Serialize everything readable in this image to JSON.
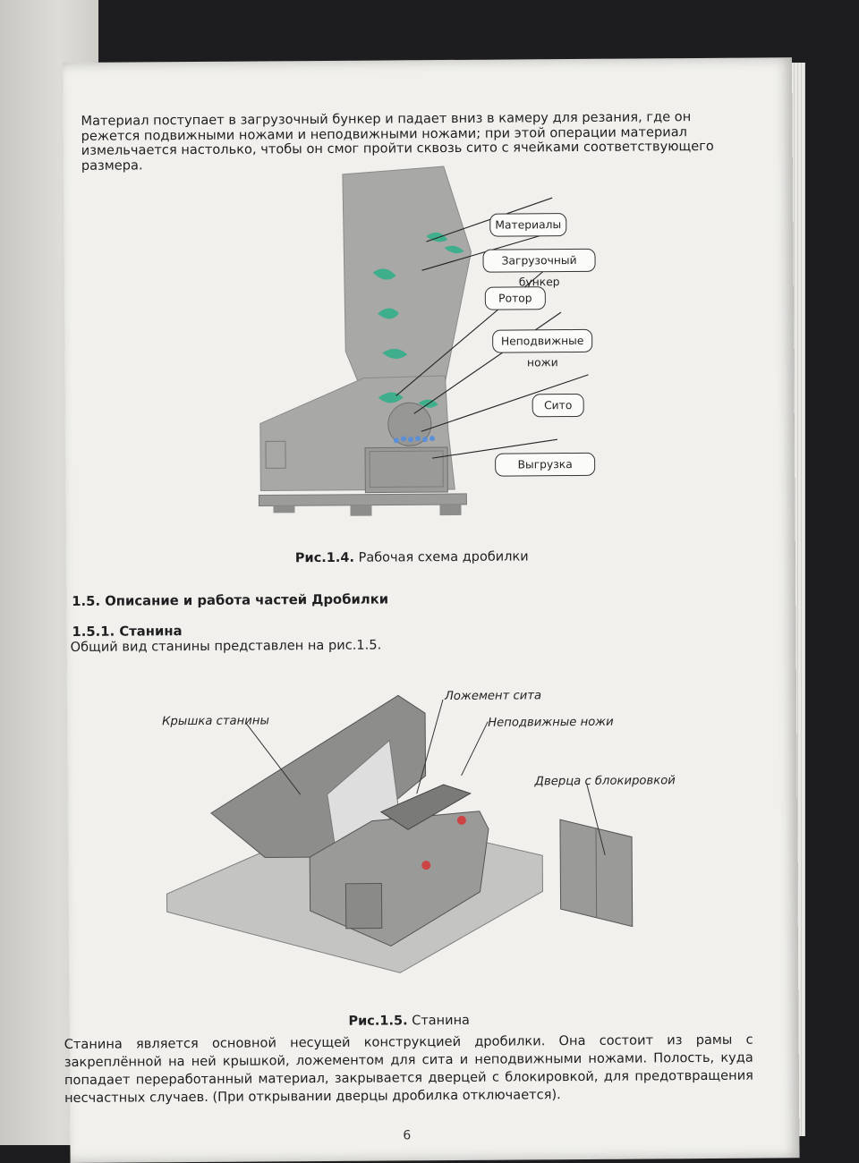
{
  "intro": "Материал поступает в загрузочный бункер и падает вниз в камеру для резания, где он режется подвижными ножами и неподвижными ножами; при этой операции материал измельчается настолько, чтобы он смог пройти сквозь сито с ячейками соответствующего размера.",
  "figure1": {
    "labels": {
      "materials": "Материалы",
      "hopper": "Загрузочный бункер",
      "rotor": "Ротор",
      "fixed_knives": "Неподвижные ножи",
      "sieve": "Сито",
      "discharge": "Выгрузка"
    },
    "caption_num": "Рис.1.4.",
    "caption_text": " Рабочая схема дробилки"
  },
  "section_heading": "1.5. Описание и работа частей Дробилки",
  "subsection_heading": "1.5.1. Станина",
  "subsection_intro": "Общий вид станины представлен на рис.1.5.",
  "figure2": {
    "labels": {
      "cover": "Крышка станины",
      "sieve_bed": "Ложемент сита",
      "fixed_knives": "Неподвижные ножи",
      "door": "Дверца с блокировкой"
    },
    "caption_num": "Рис.1.5.",
    "caption_text": " Станина"
  },
  "body": "Станина является основной несущей конструкцией дробилки. Она состоит из рамы с закреплённой на ней крышкой, ложементом для сита и неподвижными ножами. Полость, куда попадает переработанный материал, закрывается дверцей с блокировкой, для предотвращения несчастных случаев. (При открывании дверцы дробилка отключается).",
  "page_number": "6",
  "colors": {
    "machine_gray": "#a8a8a6",
    "material_green": "#3fae8c",
    "material_blue": "#5b8fd6"
  }
}
